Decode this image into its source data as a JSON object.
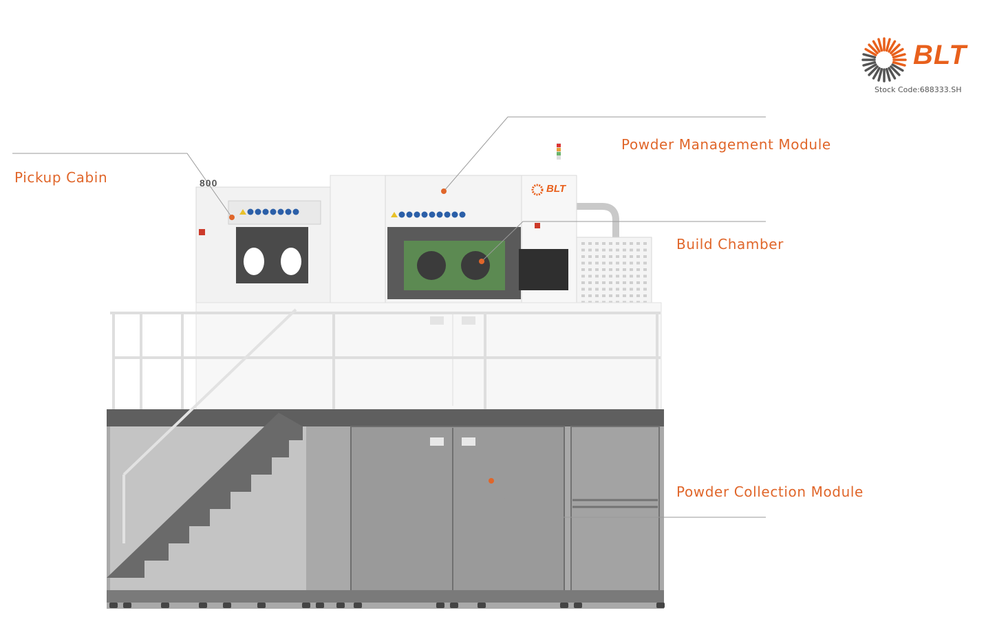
{
  "brand": {
    "logo_text": "BLT",
    "stock_code": "Stock Code:688333.SH",
    "accent_color": "#e8601c",
    "logo_icon": "sunburst-logo-icon"
  },
  "machine": {
    "model_label": "800",
    "brand_mark": "BLT",
    "status_light_icon": "signal-tower-icon"
  },
  "callouts": {
    "pickup_cabin": "Pickup Cabin",
    "powder_management": "Powder Management Module",
    "build_chamber": "Build Chamber",
    "powder_collection": "Powder Collection Module"
  }
}
